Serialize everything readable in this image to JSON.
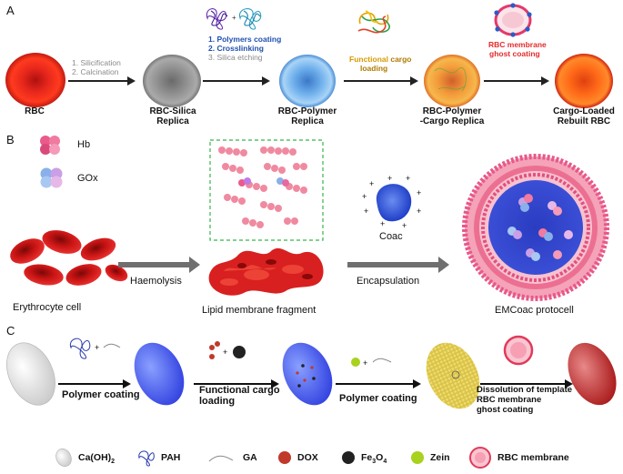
{
  "panel_a": {
    "letter": "A",
    "stages": {
      "rbc": "RBC",
      "silica_l1": "RBC-Silica",
      "silica_l2": "Replica",
      "polymer_l1": "RBC-Polymer",
      "polymer_l2": "Replica",
      "cargo_l1": "RBC-Polymer",
      "cargo_l2": "-Cargo Replica",
      "rebuilt_l1": "Cargo-Loaded",
      "rebuilt_l2": "Rebuilt RBC"
    },
    "steps": {
      "s1_1": "1. Silicification",
      "s1_2": "2. Calcination",
      "s2_1": "1. Polymers coating",
      "s2_2": "2. Crosslinking",
      "s2_3": "3. Silica etching",
      "s3_highlight": "Functional",
      "s3_rest": " cargo",
      "s3_2": "loading",
      "s4_1": "RBC membrane",
      "s4_2": "ghost coating"
    }
  },
  "panel_b": {
    "letter": "B",
    "legend": {
      "hb": "Hb",
      "gox": "GOx"
    },
    "coac": "Coac",
    "haemolysis": "Haemolysis",
    "encapsulation": "Encapsulation",
    "captions": {
      "erythrocyte": "Erythrocyte cell",
      "lipid": "Lipid membrane fragment",
      "emcoac": "EMCoac protocell"
    }
  },
  "panel_c": {
    "letter": "C",
    "steps": {
      "polymer1": "Polymer coating",
      "functional_1": "Functional cargo",
      "functional_2": "loading",
      "polymer2": "Polymer coating",
      "dissolution_1": "Dissolution of template",
      "dissolution_2": "RBC membrane",
      "dissolution_3": "ghost coating"
    },
    "legend": {
      "caoh2": "Ca(OH)",
      "caoh2_sub": "2",
      "pah": "PAH",
      "ga": "GA",
      "dox": "DOX",
      "fe3o4_a": "Fe",
      "fe3o4_sub1": "3",
      "fe3o4_b": "O",
      "fe3o4_sub2": "4",
      "zein": "Zein",
      "rbc_membrane": "RBC membrane"
    }
  },
  "colors": {
    "rbc_red": "#e8281c",
    "silica_grey": "#8f8f8f",
    "polymer_blue": "#4a8fd8",
    "step_blue": "#1f4fb0",
    "functional_gold": "#d99a00",
    "membrane_red": "#e52a2a",
    "dox": "#c0392b",
    "zein": "#a8d21e",
    "fe3o4": "#222222",
    "protocell_pink": "#ea6a8a"
  }
}
